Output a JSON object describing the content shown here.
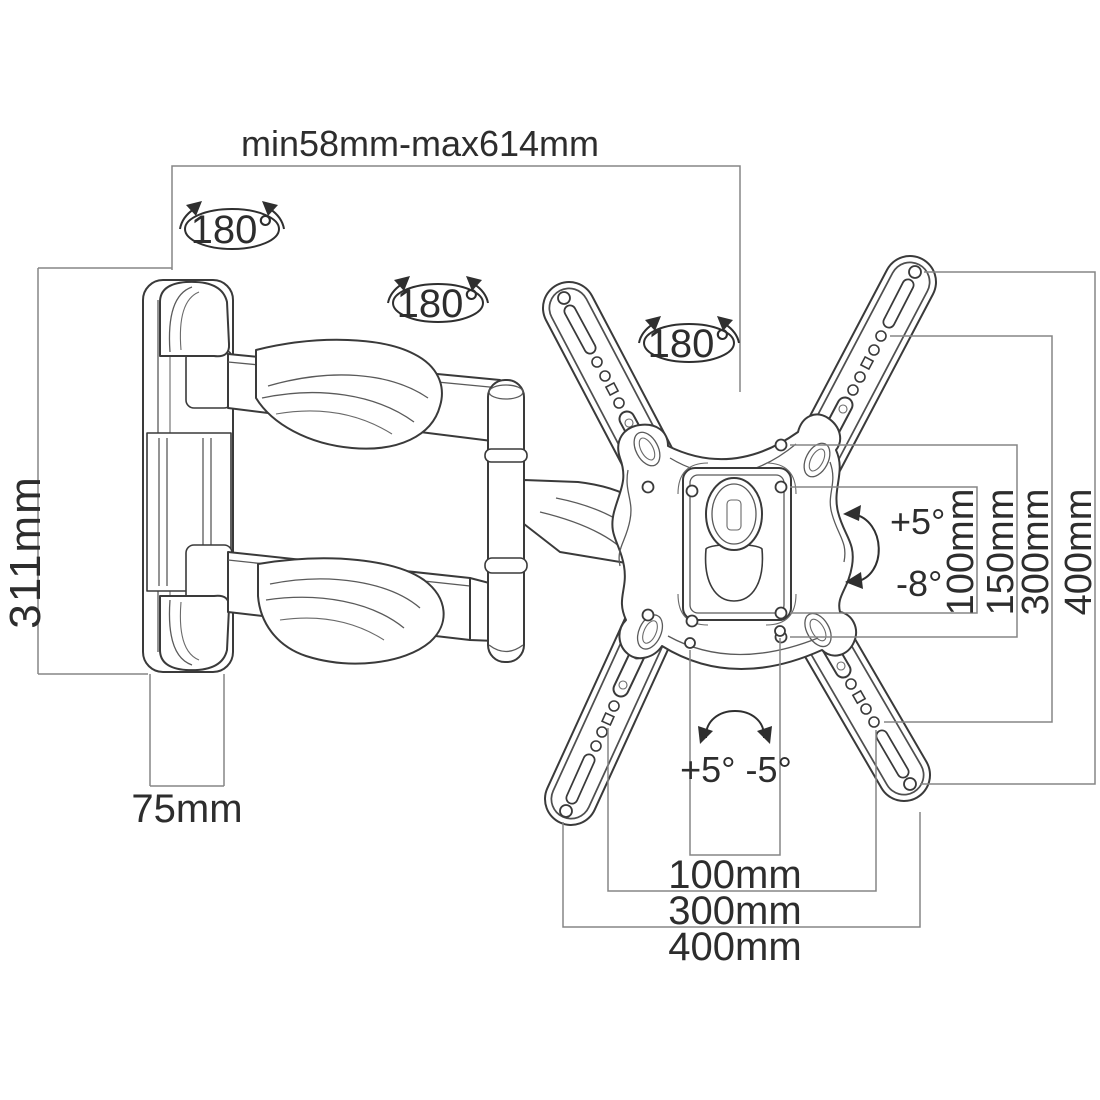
{
  "colors": {
    "background": "#ffffff",
    "part_line": "#3a3a3a",
    "dimension_line": "#858585",
    "text": "#2d2d2d"
  },
  "annotations": {
    "extension_range": {
      "label": "min58mm-max614mm"
    },
    "rotations": [
      {
        "label": "180°"
      },
      {
        "label": "180°"
      },
      {
        "label": "180°"
      }
    ],
    "wall_plate": {
      "height_label": "311mm",
      "width_label": "75mm"
    },
    "tilt": {
      "up_label": "+5°",
      "down_label": "-8°"
    },
    "swivel": {
      "label": "+5° -5°"
    },
    "vesa_vertical_labels": [
      "100mm",
      "150mm",
      "300mm",
      "400mm"
    ],
    "vesa_horizontal_labels": [
      "100mm",
      "300mm",
      "400mm"
    ]
  }
}
